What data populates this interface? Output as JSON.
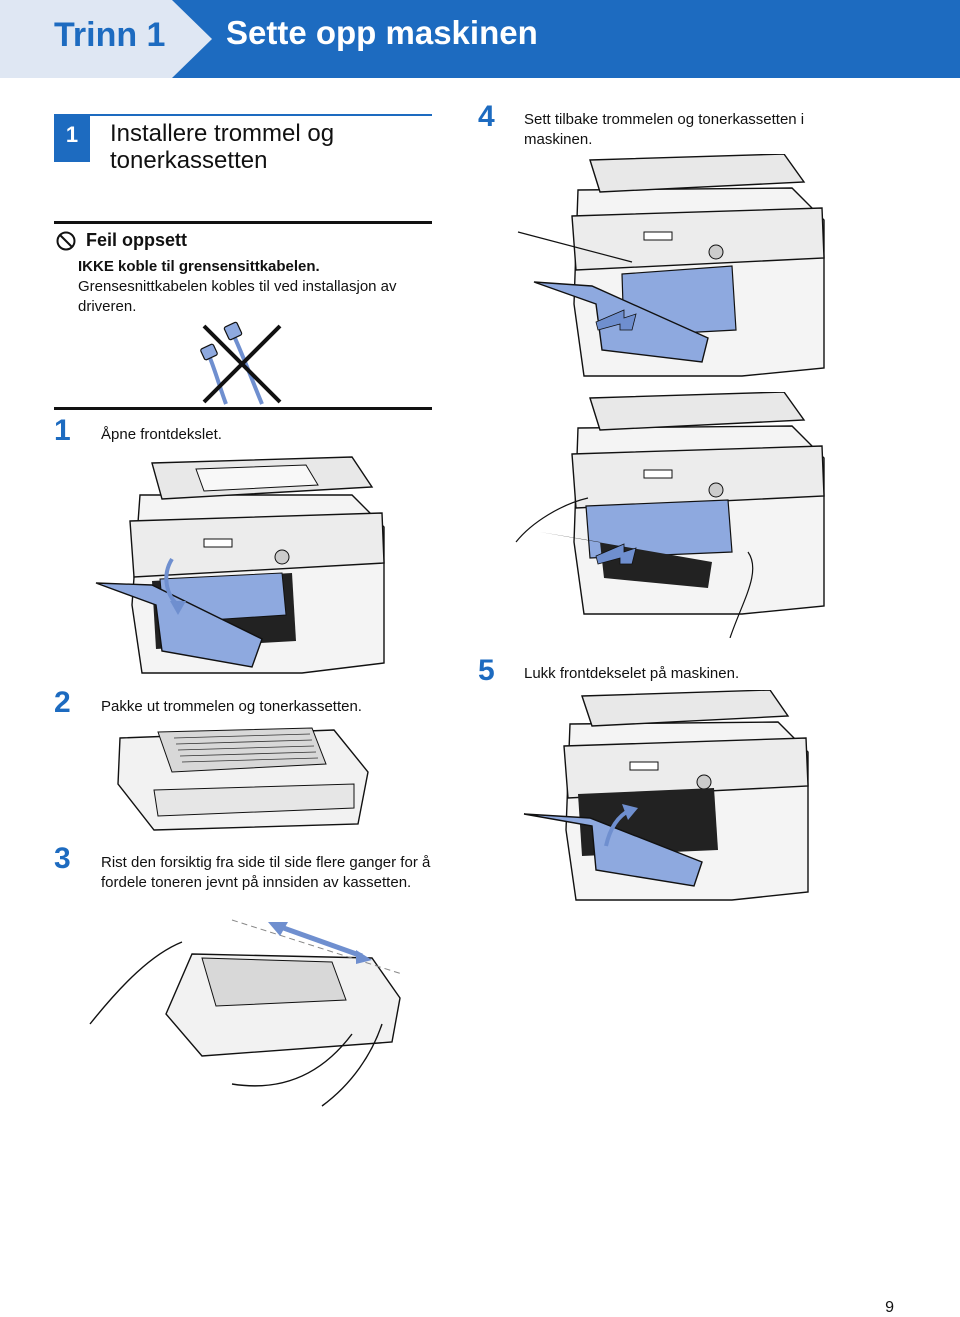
{
  "header": {
    "step_label": "Trinn 1",
    "title": "Sette opp maskinen"
  },
  "section": {
    "number": "1",
    "title": "Installere trommel og tonerkassetten"
  },
  "warning": {
    "icon": "prohibited-icon",
    "title": "Feil oppsett",
    "line1": "IKKE koble til grensensittkabelen.",
    "line2": "Grensesnittkabelen kobles til ved installasjon av driveren."
  },
  "steps": [
    {
      "number": "1",
      "text": "Åpne frontdekslet."
    },
    {
      "number": "2",
      "text": "Pakke ut trommelen og tonerkassetten."
    },
    {
      "number": "3",
      "text": "Rist den forsiktig fra side til side flere ganger for å fordele toneren jevnt på innsiden av kassetten."
    },
    {
      "number": "4",
      "text": "Sett tilbake trommelen og tonerkassetten i maskinen."
    },
    {
      "number": "5",
      "text": "Lukk frontdekselet på maskinen."
    }
  ],
  "page_number": "9",
  "colors": {
    "brand_blue": "#1d6bc0",
    "part_blue": "#8ea9df"
  }
}
